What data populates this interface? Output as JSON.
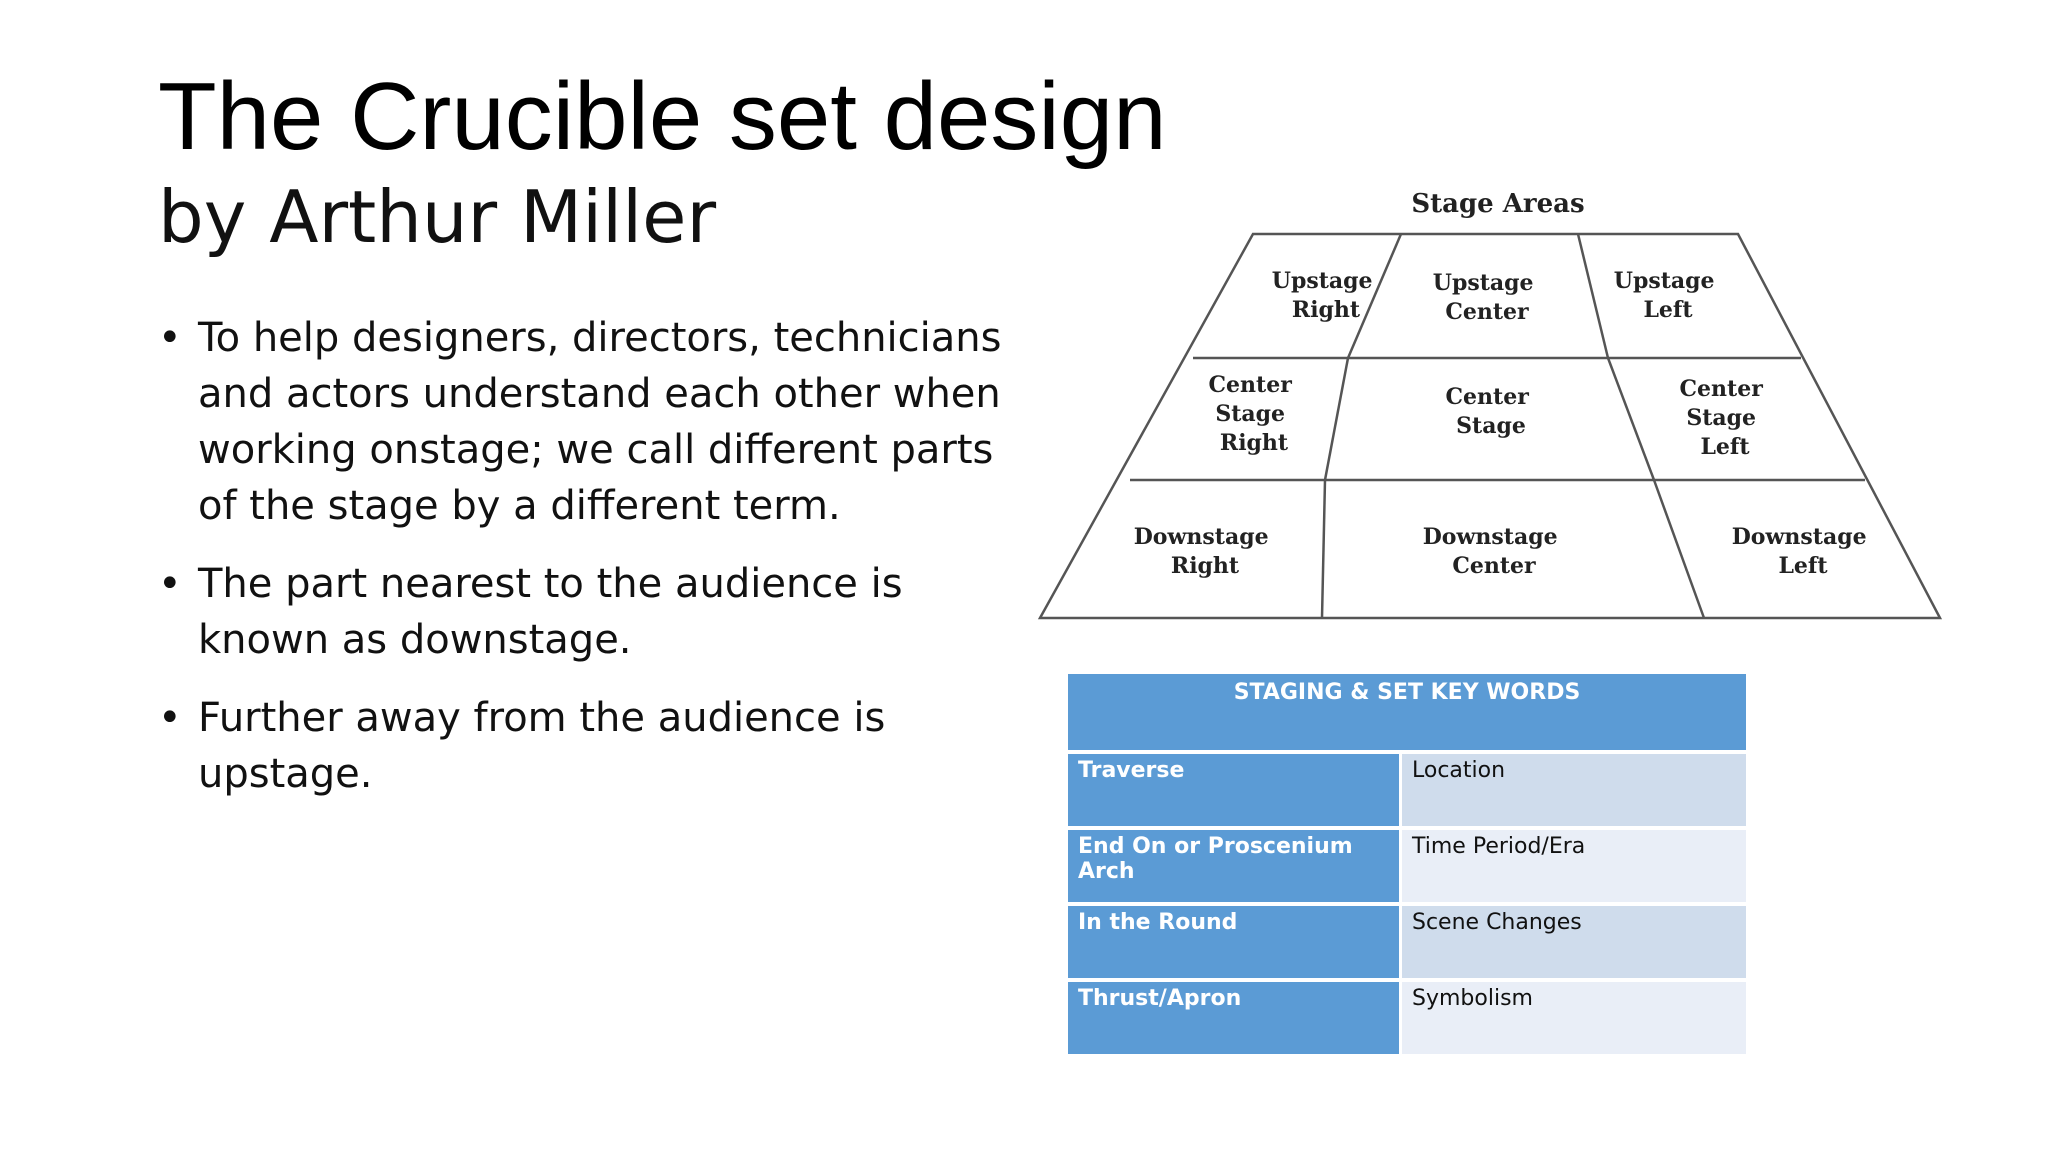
{
  "slide": {
    "title": "The Crucible set design",
    "subtitle": "by Arthur Miller",
    "bullets": [
      "To help designers, directors, technicians and actors understand each other when working onstage; we call different parts of the stage by a different term.",
      "The part nearest to the audience is known as downstage.",
      "Further away from the audience is upstage."
    ],
    "bullet_glyph": "•"
  },
  "stage_diagram": {
    "heading": "Stage Areas",
    "areas": {
      "upstage_right": [
        "Upstage",
        "Right"
      ],
      "upstage_center": [
        "Upstage",
        "Center"
      ],
      "upstage_left": [
        "Upstage",
        "Left"
      ],
      "center_stage_right": [
        "Center",
        "Stage",
        "Right"
      ],
      "center_stage": [
        "Center",
        "Stage"
      ],
      "center_stage_left": [
        "Center",
        "Stage",
        "Left"
      ],
      "downstage_right": [
        "Downstage",
        "Right"
      ],
      "downstage_center": [
        "Downstage",
        "Center"
      ],
      "downstage_left": [
        "Downstage",
        "Left"
      ]
    }
  },
  "keywords_table": {
    "header": "STAGING & SET KEY WORDS",
    "rows": [
      {
        "term": "Traverse",
        "assoc": "Location"
      },
      {
        "term": "End On or Proscenium Arch",
        "assoc": "Time Period/Era"
      },
      {
        "term": "In the Round",
        "assoc": "Scene Changes"
      },
      {
        "term": "Thrust/Apron",
        "assoc": "Symbolism"
      }
    ],
    "colors": {
      "header": "#5b9bd5",
      "term_cell": "#5b9bd5",
      "assoc_odd": "#cfdcec",
      "assoc_even": "#e9eef7"
    }
  }
}
